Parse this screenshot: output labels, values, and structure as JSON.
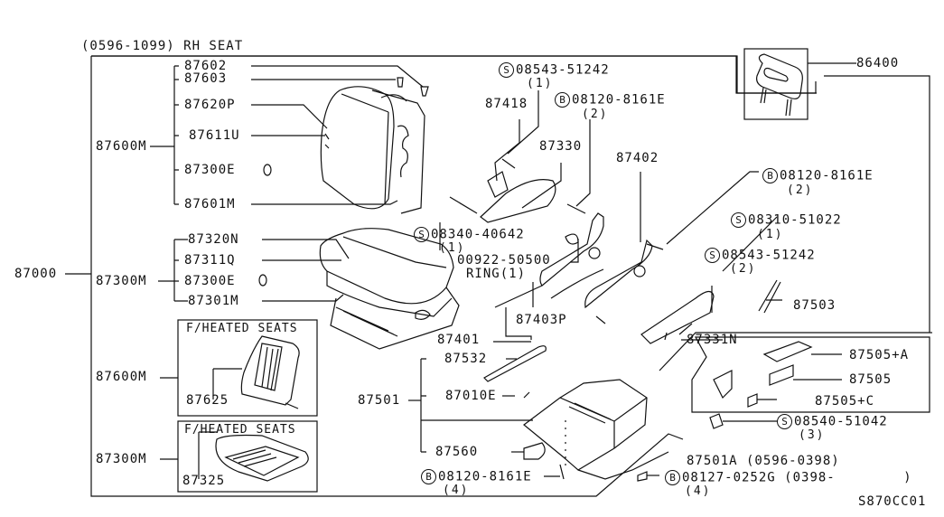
{
  "diagram": {
    "title": "(0596-1099) RH SEAT",
    "figure_code": "S870CC01",
    "assembly": "87000",
    "seatback": {
      "assembly": "87600M",
      "parts": [
        "87602",
        "87603",
        "87620P",
        "87611U",
        "87300E",
        "87601M"
      ]
    },
    "cushion": {
      "assembly": "87300M",
      "parts": [
        "87320N",
        "87311Q",
        "87300E",
        "87301M"
      ]
    },
    "heated_back": {
      "caption": "F/HEATED SEATS",
      "assembly": "87600M",
      "part": "87625"
    },
    "heated_cushion": {
      "caption": "F/HEATED SEATS",
      "assembly": "87300M",
      "part": "87325"
    },
    "headrest": "86400",
    "center": {
      "fastener_1": {
        "type": "S",
        "number": "08543-51242",
        "qty": "(1)"
      },
      "p87418": "87418",
      "fastener_2": {
        "type": "B",
        "number": "08120-8161E",
        "qty": "(2)"
      },
      "p87330": "87330",
      "p87402": "87402",
      "fastener_3": {
        "type": "S",
        "number": "08340-40642",
        "qty": "(1)"
      },
      "ring_number": "00922-50500",
      "ring_label": "RING(1)",
      "p87403P": "87403P",
      "p87401": "87401"
    },
    "right": {
      "fastener_4": {
        "type": "B",
        "number": "08120-8161E",
        "qty": "(2)"
      },
      "fastener_5": {
        "type": "S",
        "number": "08310-51022",
        "qty": "(1)"
      },
      "fastener_6": {
        "type": "S",
        "number": "08543-51242",
        "qty": "(2)"
      },
      "p87503": "87503",
      "p87331N": "87331N"
    },
    "slide_box": {
      "p87505A": "87505+A",
      "p87505": "87505",
      "p87505C": "87505+C",
      "fastener_7": {
        "type": "S",
        "number": "08540-51042",
        "qty": "(3)"
      }
    },
    "adjuster": {
      "assembly": "87501",
      "parts": [
        "87532",
        "87010E",
        "87560"
      ],
      "fastener_8": {
        "type": "B",
        "number": "08120-8161E",
        "qty": "(4)"
      },
      "p87501A": "87501A (0596-0398)",
      "fastener_9": {
        "type": "B",
        "number": "08127-0252G",
        "range": "(0398-        )",
        "qty": "(4)"
      }
    }
  }
}
